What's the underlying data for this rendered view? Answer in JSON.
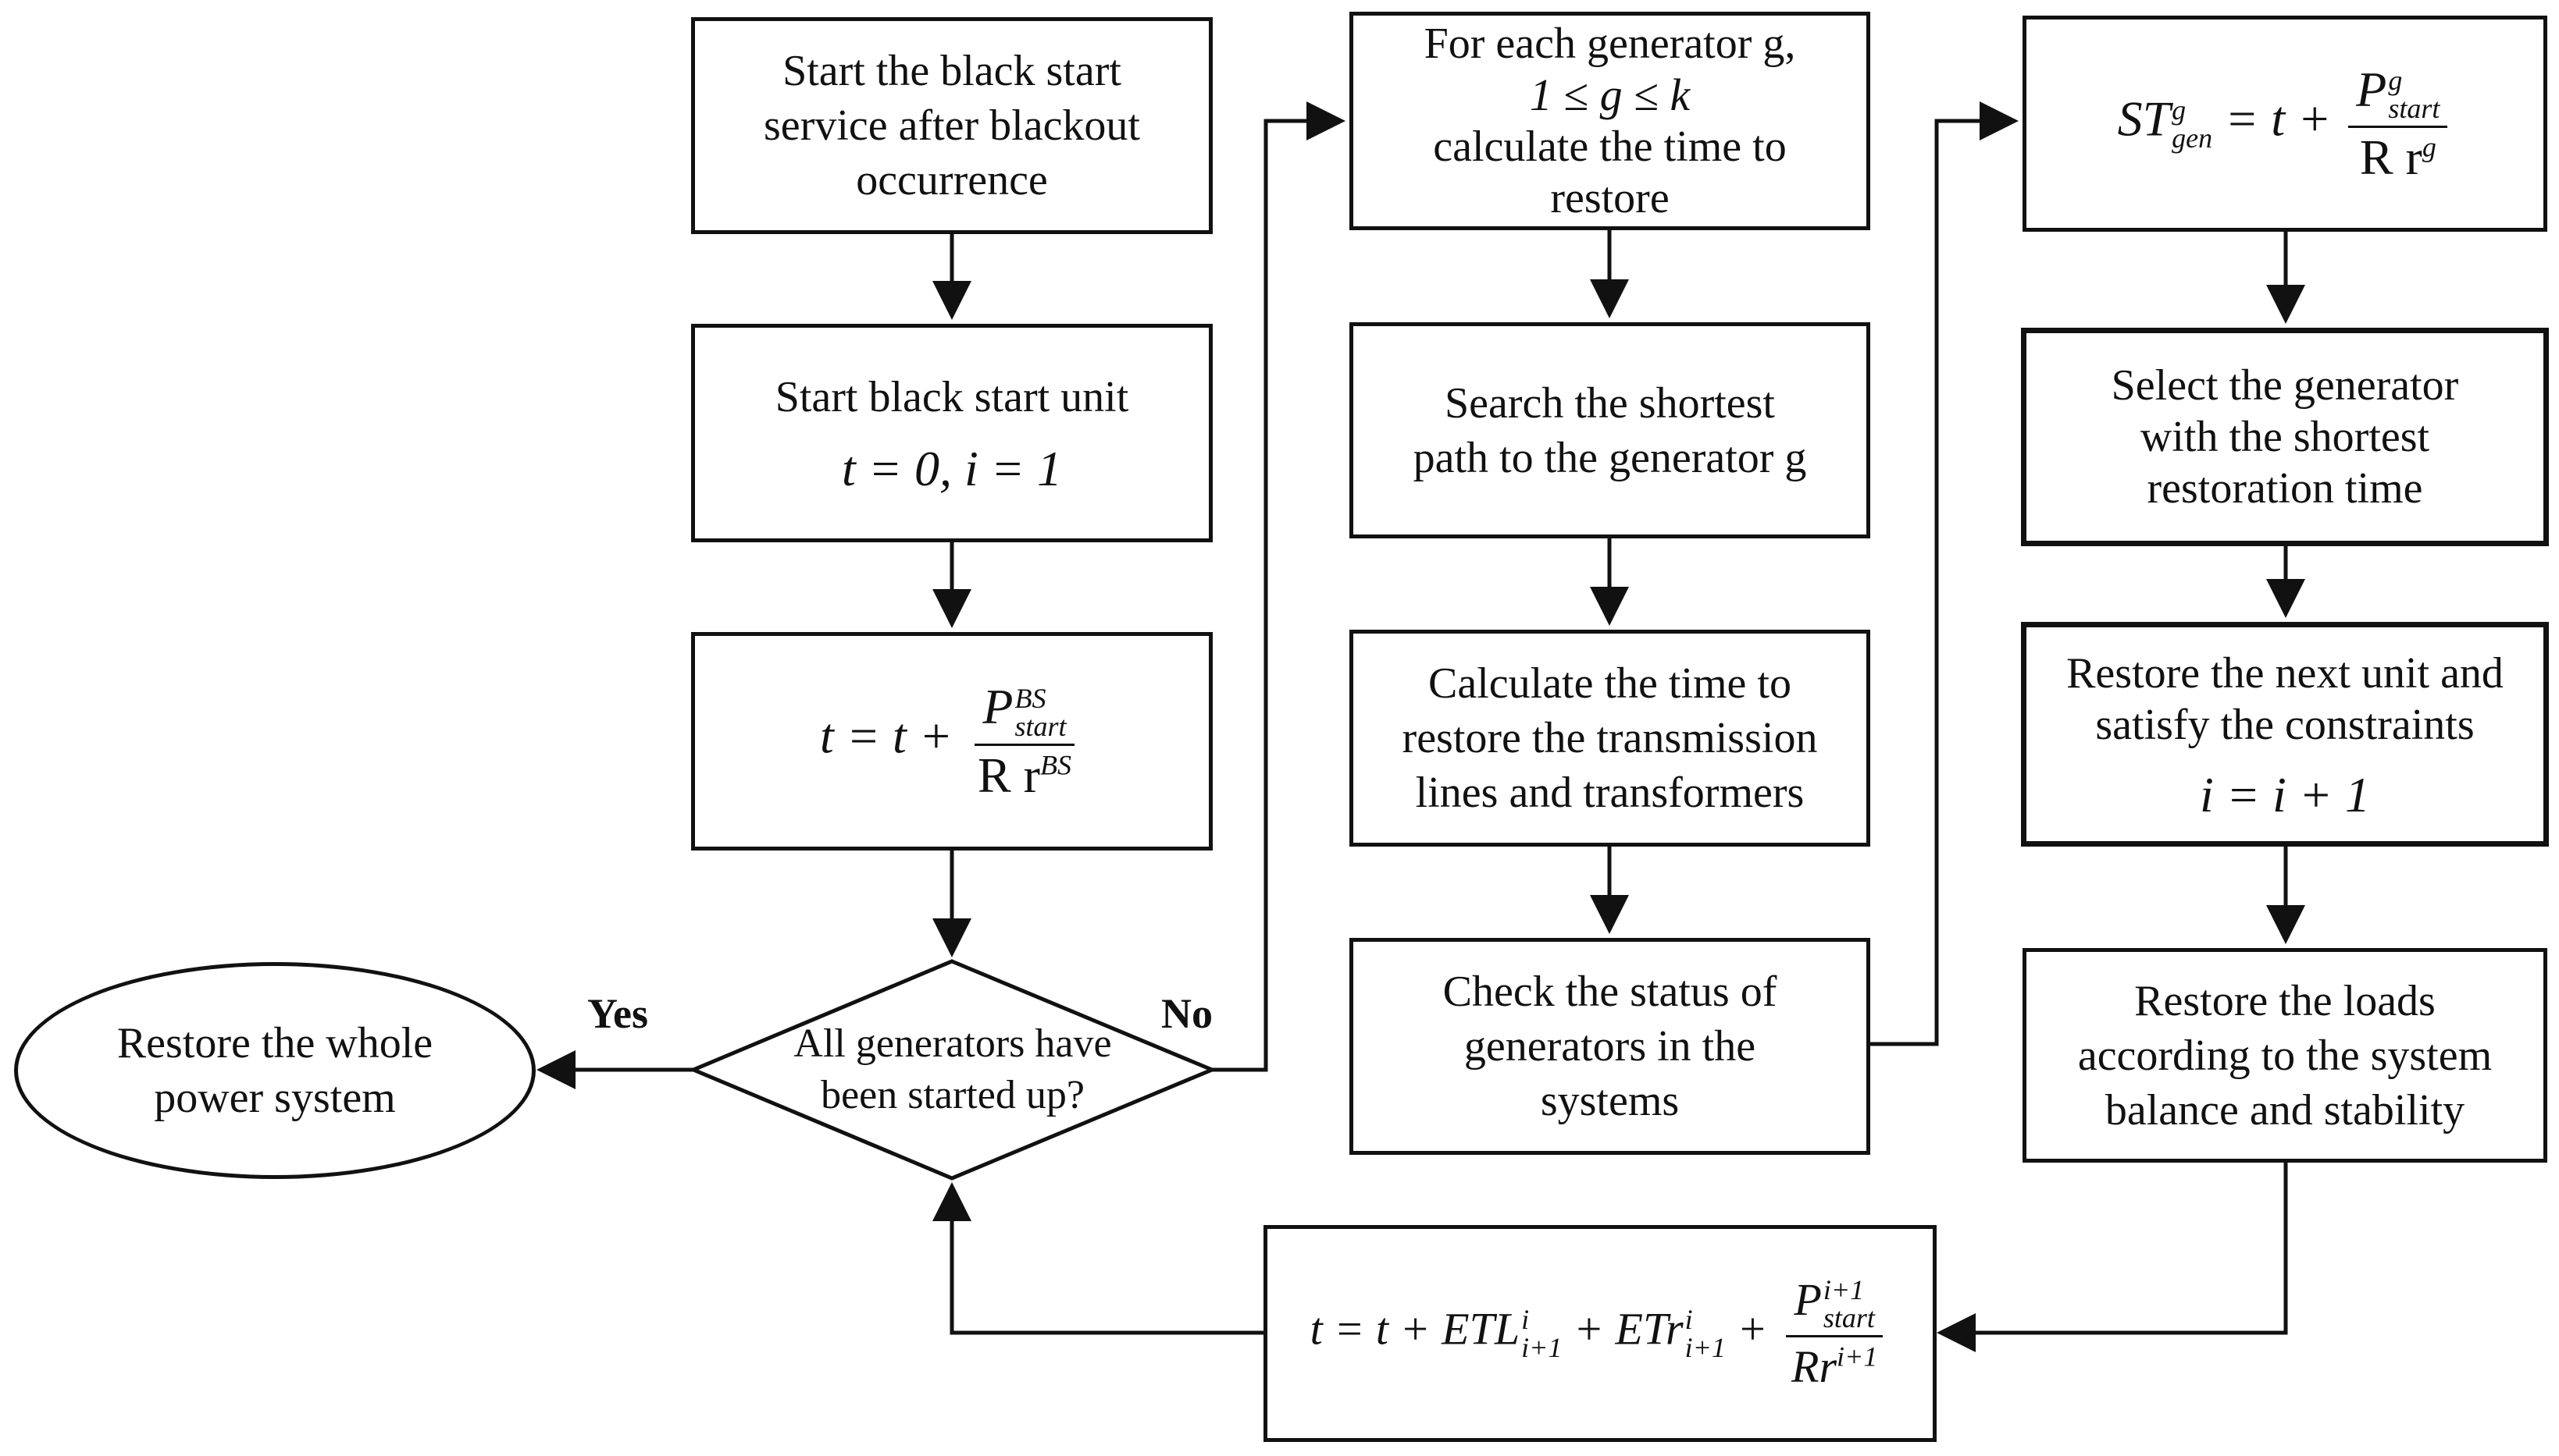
{
  "nodes": {
    "start_service": [
      "Start the black start",
      "service after blackout",
      "occurrence"
    ],
    "start_unit": "Start black start unit",
    "start_unit_eq": "t = 0,  i = 1",
    "bs_time_eq": {
      "lhs": "t = t +",
      "num": "P",
      "num_sup": "BS",
      "num_sub": "start",
      "den": "R r",
      "den_sup": "BS"
    },
    "decision": [
      "All generators have",
      "been started up?"
    ],
    "restore_whole": [
      "Restore the whole",
      "power system"
    ],
    "for_each": [
      "For each generator g,",
      "1 ≤ g ≤ k",
      "calculate the time to",
      "restore"
    ],
    "search_path": [
      "Search the shortest",
      "path to the generator g"
    ],
    "calc_lines": [
      "Calculate the time  to",
      "restore the transmission",
      "lines and transformers"
    ],
    "check_status": [
      "Check the status of",
      "generators in the",
      "systems"
    ],
    "st_eq": {
      "lhs": "ST",
      "lhs_sup": "g",
      "lhs_sub": "gen",
      "mid": "= t +",
      "num": "P",
      "num_sup": "g",
      "num_sub": "start",
      "den": "R r",
      "den_sup": "g"
    },
    "select_gen": [
      "Select the generator",
      "with the shortest",
      "restoration time"
    ],
    "restore_next": [
      "Restore the next unit and",
      "satisfy the constraints"
    ],
    "restore_next_eq": "i = i + 1",
    "restore_loads": [
      "Restore the loads",
      "according to the system",
      "balance and stability"
    ],
    "final_eq": {
      "lhs": "t = t + ETL",
      "etl_sup": "i",
      "etl_sub": "i+1",
      "plus": "+ ETr",
      "etr_sup": "i",
      "etr_sub": "i+1",
      "plus2": "+",
      "num": "P",
      "num_sup": "i+1",
      "num_sub": "start",
      "den": "Rr",
      "den_sup": "i+1"
    }
  },
  "labels": {
    "yes": "Yes",
    "no": "No"
  }
}
